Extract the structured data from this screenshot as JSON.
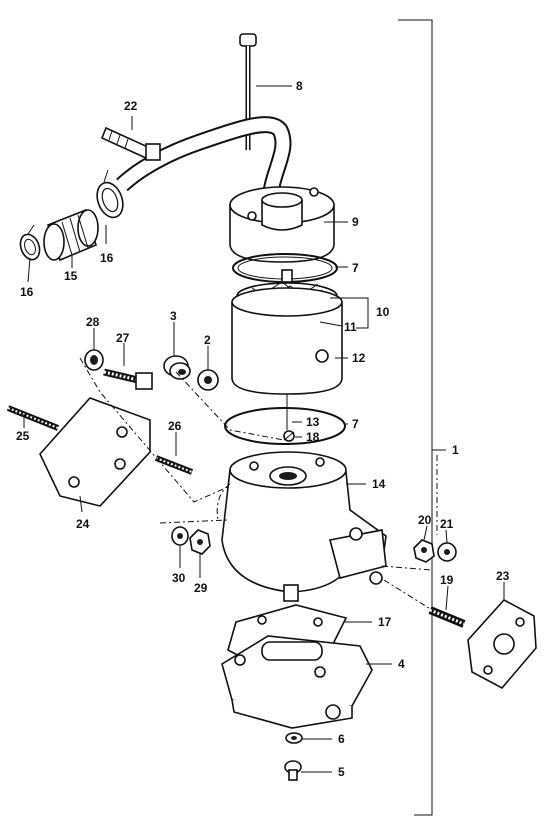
{
  "callouts": [
    "1",
    "2",
    "3",
    "4",
    "5",
    "6",
    "7",
    "7",
    "8",
    "9",
    "10",
    "11",
    "12",
    "13",
    "14",
    "15",
    "16",
    "16",
    "17",
    "18",
    "19",
    "20",
    "21",
    "22",
    "23",
    "24",
    "25",
    "26",
    "27",
    "28",
    "29",
    "30"
  ]
}
